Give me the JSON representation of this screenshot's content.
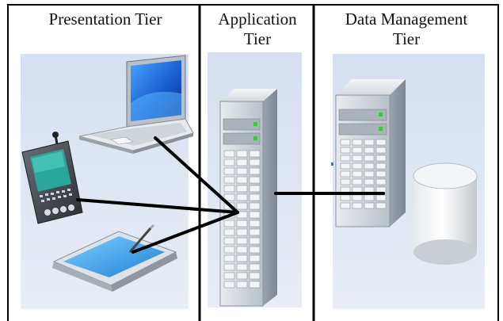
{
  "tiers": [
    {
      "id": "presentation",
      "title_lines": [
        "Presentation Tier"
      ]
    },
    {
      "id": "application",
      "title_lines": [
        "Application",
        "Tier"
      ]
    },
    {
      "id": "data",
      "title_lines": [
        "Data Management",
        "Tier"
      ]
    }
  ],
  "colors": {
    "border": "#000000",
    "panel": "#dfe6f2",
    "connector": "#000000",
    "server_body": "#c9cfd6",
    "server_led": "#3fc83f"
  },
  "icons": [
    "laptop-icon",
    "pda-phone-icon",
    "tablet-icon",
    "server-icon",
    "database-icon"
  ]
}
